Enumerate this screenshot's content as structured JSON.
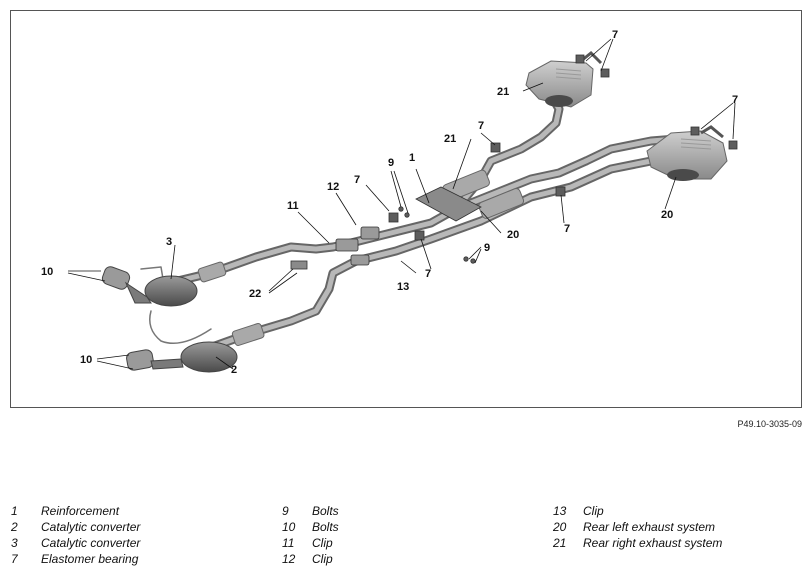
{
  "figure": {
    "code": "P49.10-3035-09",
    "callouts": [
      "1",
      "2",
      "3",
      "7",
      "7",
      "7",
      "7",
      "7",
      "7",
      "9",
      "9",
      "10",
      "10",
      "11",
      "12",
      "13",
      "20",
      "20",
      "21",
      "21",
      "22"
    ]
  },
  "legend": {
    "columns": [
      [
        {
          "num": "1",
          "text": "Reinforcement"
        },
        {
          "num": "2",
          "text": "Catalytic converter"
        },
        {
          "num": "3",
          "text": "Catalytic converter"
        },
        {
          "num": "7",
          "text": "Elastomer bearing"
        }
      ],
      [
        {
          "num": "9",
          "text": "Bolts"
        },
        {
          "num": "10",
          "text": "Bolts"
        },
        {
          "num": "11",
          "text": "Clip"
        },
        {
          "num": "12",
          "text": "Clip"
        }
      ],
      [
        {
          "num": "13",
          "text": "Clip"
        },
        {
          "num": "20",
          "text": "Rear left exhaust system"
        },
        {
          "num": "21",
          "text": "Rear right exhaust system"
        }
      ]
    ]
  },
  "colors": {
    "pipe_fill": "#a9a9a9",
    "pipe_edge": "#6a6a6a",
    "part_dark": "#5d5d5d",
    "leader": "#111111"
  }
}
